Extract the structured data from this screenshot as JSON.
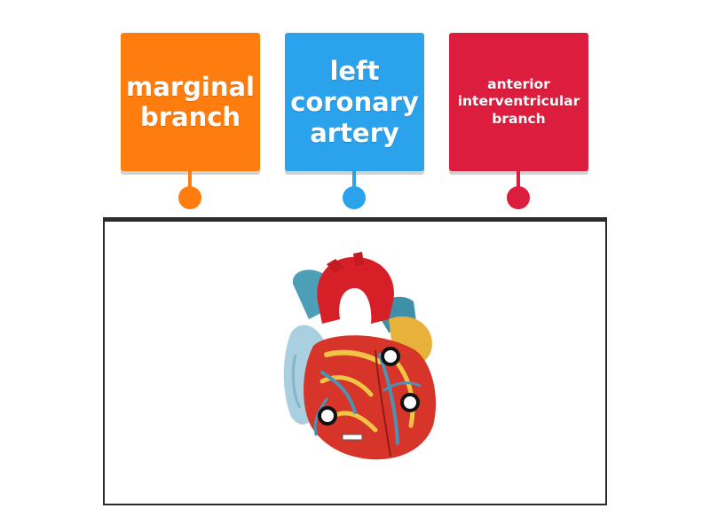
{
  "cards": [
    {
      "label": "marginal branch",
      "color": "#ff7d0f"
    },
    {
      "label": "left coronary artery",
      "color": "#2aa2ec"
    },
    {
      "label": "anterior interventricular branch",
      "color": "#dd1d3d"
    }
  ],
  "image": {
    "subject": "heart-model-icon"
  },
  "hotspots": 3,
  "colors": {
    "board_border": "#2b2b2b",
    "hotspot_border": "#111111"
  }
}
